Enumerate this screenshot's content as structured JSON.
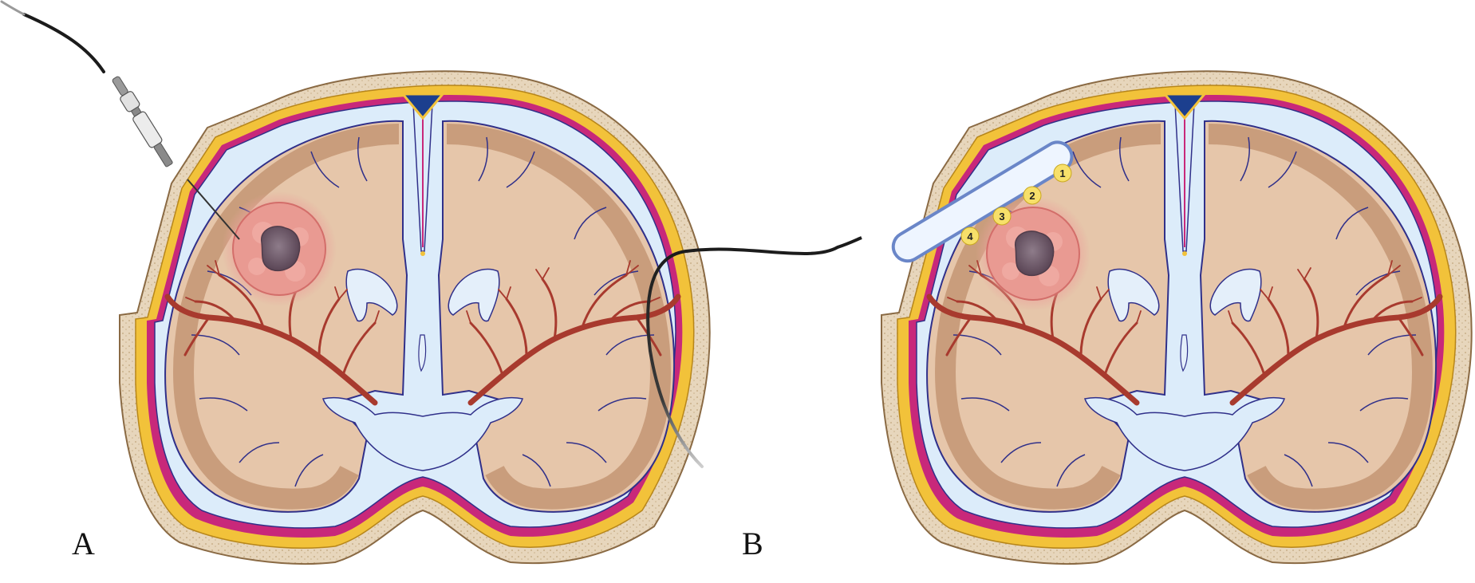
{
  "panels": [
    {
      "label": "A"
    },
    {
      "label": "B",
      "electrode_contacts": [
        "1",
        "2",
        "3",
        "4"
      ]
    }
  ],
  "colors": {
    "skull": "#e7d6bc",
    "skull_stipple": "#c9b08a",
    "dura_yellow": "#f2c23a",
    "dura_red": "#c8287a",
    "csf": "#dcecfa",
    "outline": "#30308a",
    "brain_white": "#e6c6aa",
    "brain_gray": "#c99d7c",
    "ventricle": "#e4effa",
    "vessel": "#a83a2e",
    "tumor_halo": "#e99a92",
    "tumor_core": "#7a6070",
    "sinus": "#1c3f8e",
    "electrode_contact": "#f7e06a",
    "cable": "#1b1b1b"
  },
  "icons": {
    "needle": "biopsy-needle-icon",
    "strip": "electrode-strip-icon"
  }
}
